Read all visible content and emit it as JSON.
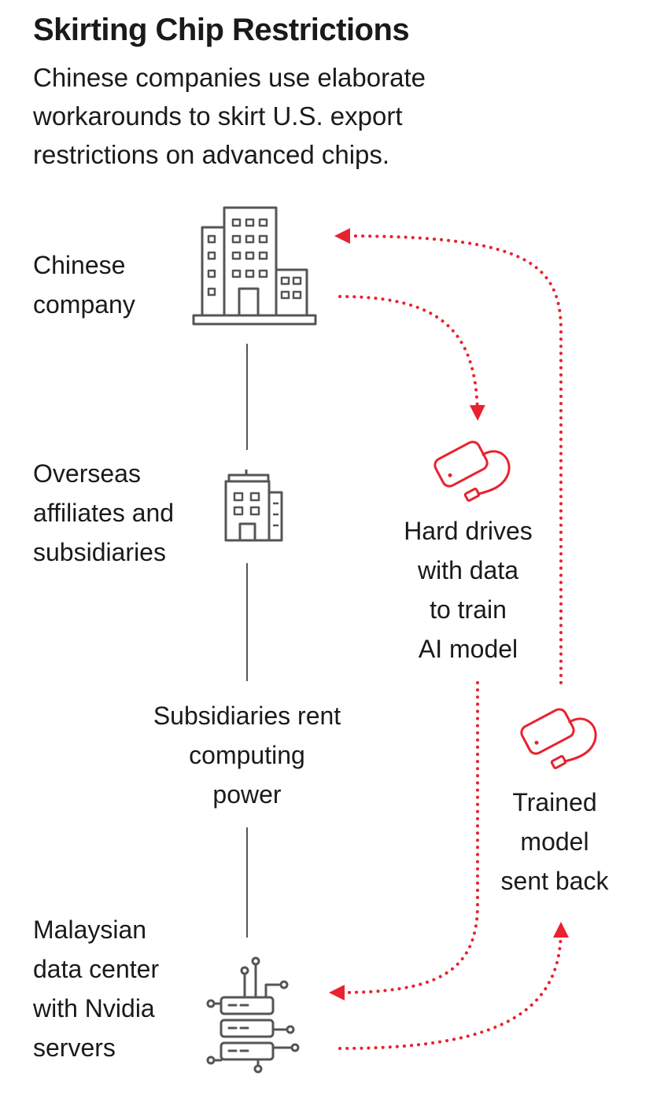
{
  "header": {
    "title": "Skirting Chip Restrictions",
    "subtitle": "Chinese companies use elaborate workarounds to skirt U.S. export restrictions on advanced chips."
  },
  "nodes": {
    "chinese_company": {
      "lines": [
        "Chinese",
        "company"
      ],
      "icon": "office-building-icon"
    },
    "overseas_affiliates": {
      "lines": [
        "Overseas",
        "affiliates and",
        "subsidiaries"
      ],
      "icon": "small-building-icon"
    },
    "rent_computing": {
      "lines": [
        "Subsidiaries rent",
        "computing",
        "power"
      ]
    },
    "data_center": {
      "lines": [
        "Malaysian",
        "data center",
        "with Nvidia",
        "servers"
      ],
      "icon": "server-rack-icon"
    },
    "hard_drives": {
      "lines": [
        "Hard drives",
        "with data",
        "to train",
        "AI model"
      ],
      "icon": "hard-drive-icon"
    },
    "trained_model": {
      "lines": [
        "Trained",
        "model",
        "sent back"
      ],
      "icon": "hard-drive-icon"
    }
  },
  "colors": {
    "text": "#1a1a1a",
    "icon_stroke": "#555555",
    "accent_red": "#e8222e",
    "connector_line": "#555555"
  }
}
